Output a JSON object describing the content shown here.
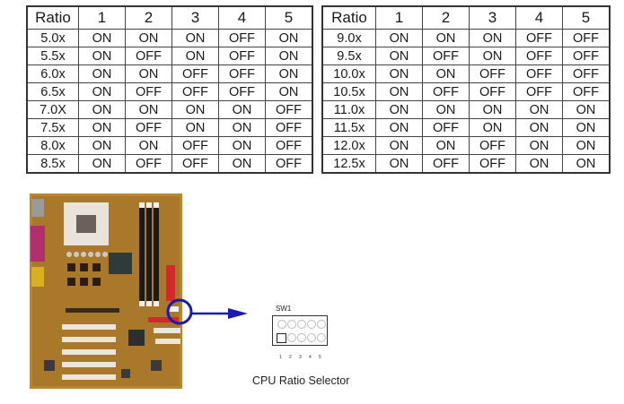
{
  "tables": {
    "left": {
      "headers": [
        "Ratio",
        "1",
        "2",
        "3",
        "4",
        "5"
      ],
      "rows": [
        [
          "5.0x",
          "ON",
          "ON",
          "ON",
          "OFF",
          "ON"
        ],
        [
          "5.5x",
          "ON",
          "OFF",
          "ON",
          "OFF",
          "ON"
        ],
        [
          "6.0x",
          "ON",
          "ON",
          "OFF",
          "OFF",
          "ON"
        ],
        [
          "6.5x",
          "ON",
          "OFF",
          "OFF",
          "OFF",
          "ON"
        ],
        [
          "7.0X",
          "ON",
          "ON",
          "ON",
          "ON",
          "OFF"
        ],
        [
          "7.5x",
          "ON",
          "OFF",
          "ON",
          "ON",
          "OFF"
        ],
        [
          "8.0x",
          "ON",
          "ON",
          "OFF",
          "ON",
          "OFF"
        ],
        [
          "8.5x",
          "ON",
          "OFF",
          "OFF",
          "ON",
          "OFF"
        ]
      ]
    },
    "right": {
      "headers": [
        "Ratio",
        "1",
        "2",
        "3",
        "4",
        "5"
      ],
      "rows": [
        [
          "9.0x",
          "ON",
          "ON",
          "ON",
          "OFF",
          "OFF"
        ],
        [
          "9.5x",
          "ON",
          "OFF",
          "ON",
          "OFF",
          "OFF"
        ],
        [
          "10.0x",
          "ON",
          "ON",
          "OFF",
          "OFF",
          "OFF"
        ],
        [
          "10.5x",
          "ON",
          "OFF",
          "OFF",
          "OFF",
          "OFF"
        ],
        [
          "11.0x",
          "ON",
          "ON",
          "ON",
          "ON",
          "ON"
        ],
        [
          "11.5x",
          "ON",
          "OFF",
          "ON",
          "ON",
          "ON"
        ],
        [
          "12.0x",
          "ON",
          "ON",
          "OFF",
          "ON",
          "ON"
        ],
        [
          "12.5x",
          "ON",
          "OFF",
          "OFF",
          "ON",
          "ON"
        ]
      ]
    }
  },
  "diagram": {
    "switch_label": "SW1",
    "pin_numbers": [
      "1",
      "2",
      "3",
      "4",
      "5"
    ],
    "caption": "CPU Ratio Selector",
    "callout_color": "#1a1ab0"
  },
  "image": {
    "description": "motherboard-photo"
  }
}
